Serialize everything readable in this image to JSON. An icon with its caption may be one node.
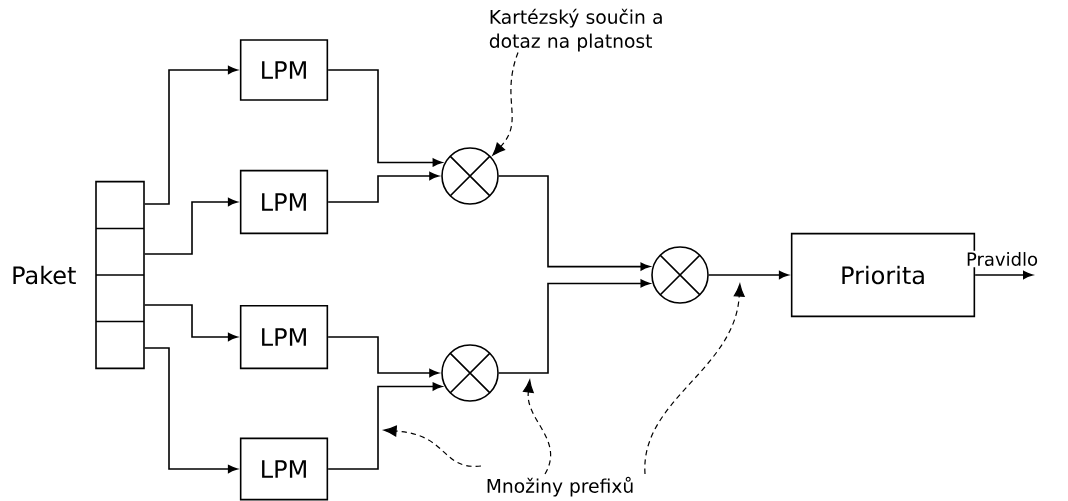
{
  "diagram": {
    "nodes": [
      {
        "text": [],
        "shape": "box",
        "beside": [
          "Paket"
        ]
      },
      {
        "text": [
          "LPM"
        ]
      },
      {
        "text": [
          "LPM"
        ]
      },
      {
        "text": [
          "LPM"
        ]
      },
      {
        "text": [
          "LPM"
        ]
      },
      {
        "text": [],
        "shape": "circle"
      },
      {
        "text": [],
        "shape": "circle"
      },
      {
        "text": [],
        "shape": "circle"
      },
      {
        "text": [
          "Priorita"
        ]
      },
      {
        "text": [
          "Kartézský součin a dotaz na platnost"
        ]
      },
      {
        "text": [
          "Množiny prefixů"
        ]
      }
    ],
    "edges": [
      {
        "from": 0,
        "to": 1,
        "arrow": "to"
      },
      {
        "from": 0,
        "to": 2,
        "arrow": "to"
      },
      {
        "from": 0,
        "to": 3,
        "arrow": "to"
      },
      {
        "from": 0,
        "to": 4,
        "arrow": "to"
      },
      {
        "from": 1,
        "to": 5,
        "arrow": "to"
      },
      {
        "from": 2,
        "to": 5,
        "arrow": "to"
      },
      {
        "from": 3,
        "to": 6,
        "arrow": "to"
      },
      {
        "from": 4,
        "to": 6,
        "arrow": "to"
      },
      {
        "from": 5,
        "to": 7,
        "arrow": "to"
      },
      {
        "from": 6,
        "to": 7,
        "arrow": "to"
      },
      {
        "from": 7,
        "to": 8,
        "arrow": "to"
      },
      {
        "from": 8,
        "to": null,
        "arrow": "to",
        "label": "Pravidlo"
      },
      {
        "from": 9,
        "to": 5,
        "arrow": "to",
        "style": "dashed"
      },
      {
        "from": 10,
        "to": null,
        "arrow": "to",
        "style": "dashed"
      },
      {
        "from": 10,
        "to": null,
        "arrow": "to",
        "style": "dashed"
      },
      {
        "from": 10,
        "to": null,
        "arrow": "to",
        "style": "dashed"
      }
    ]
  }
}
